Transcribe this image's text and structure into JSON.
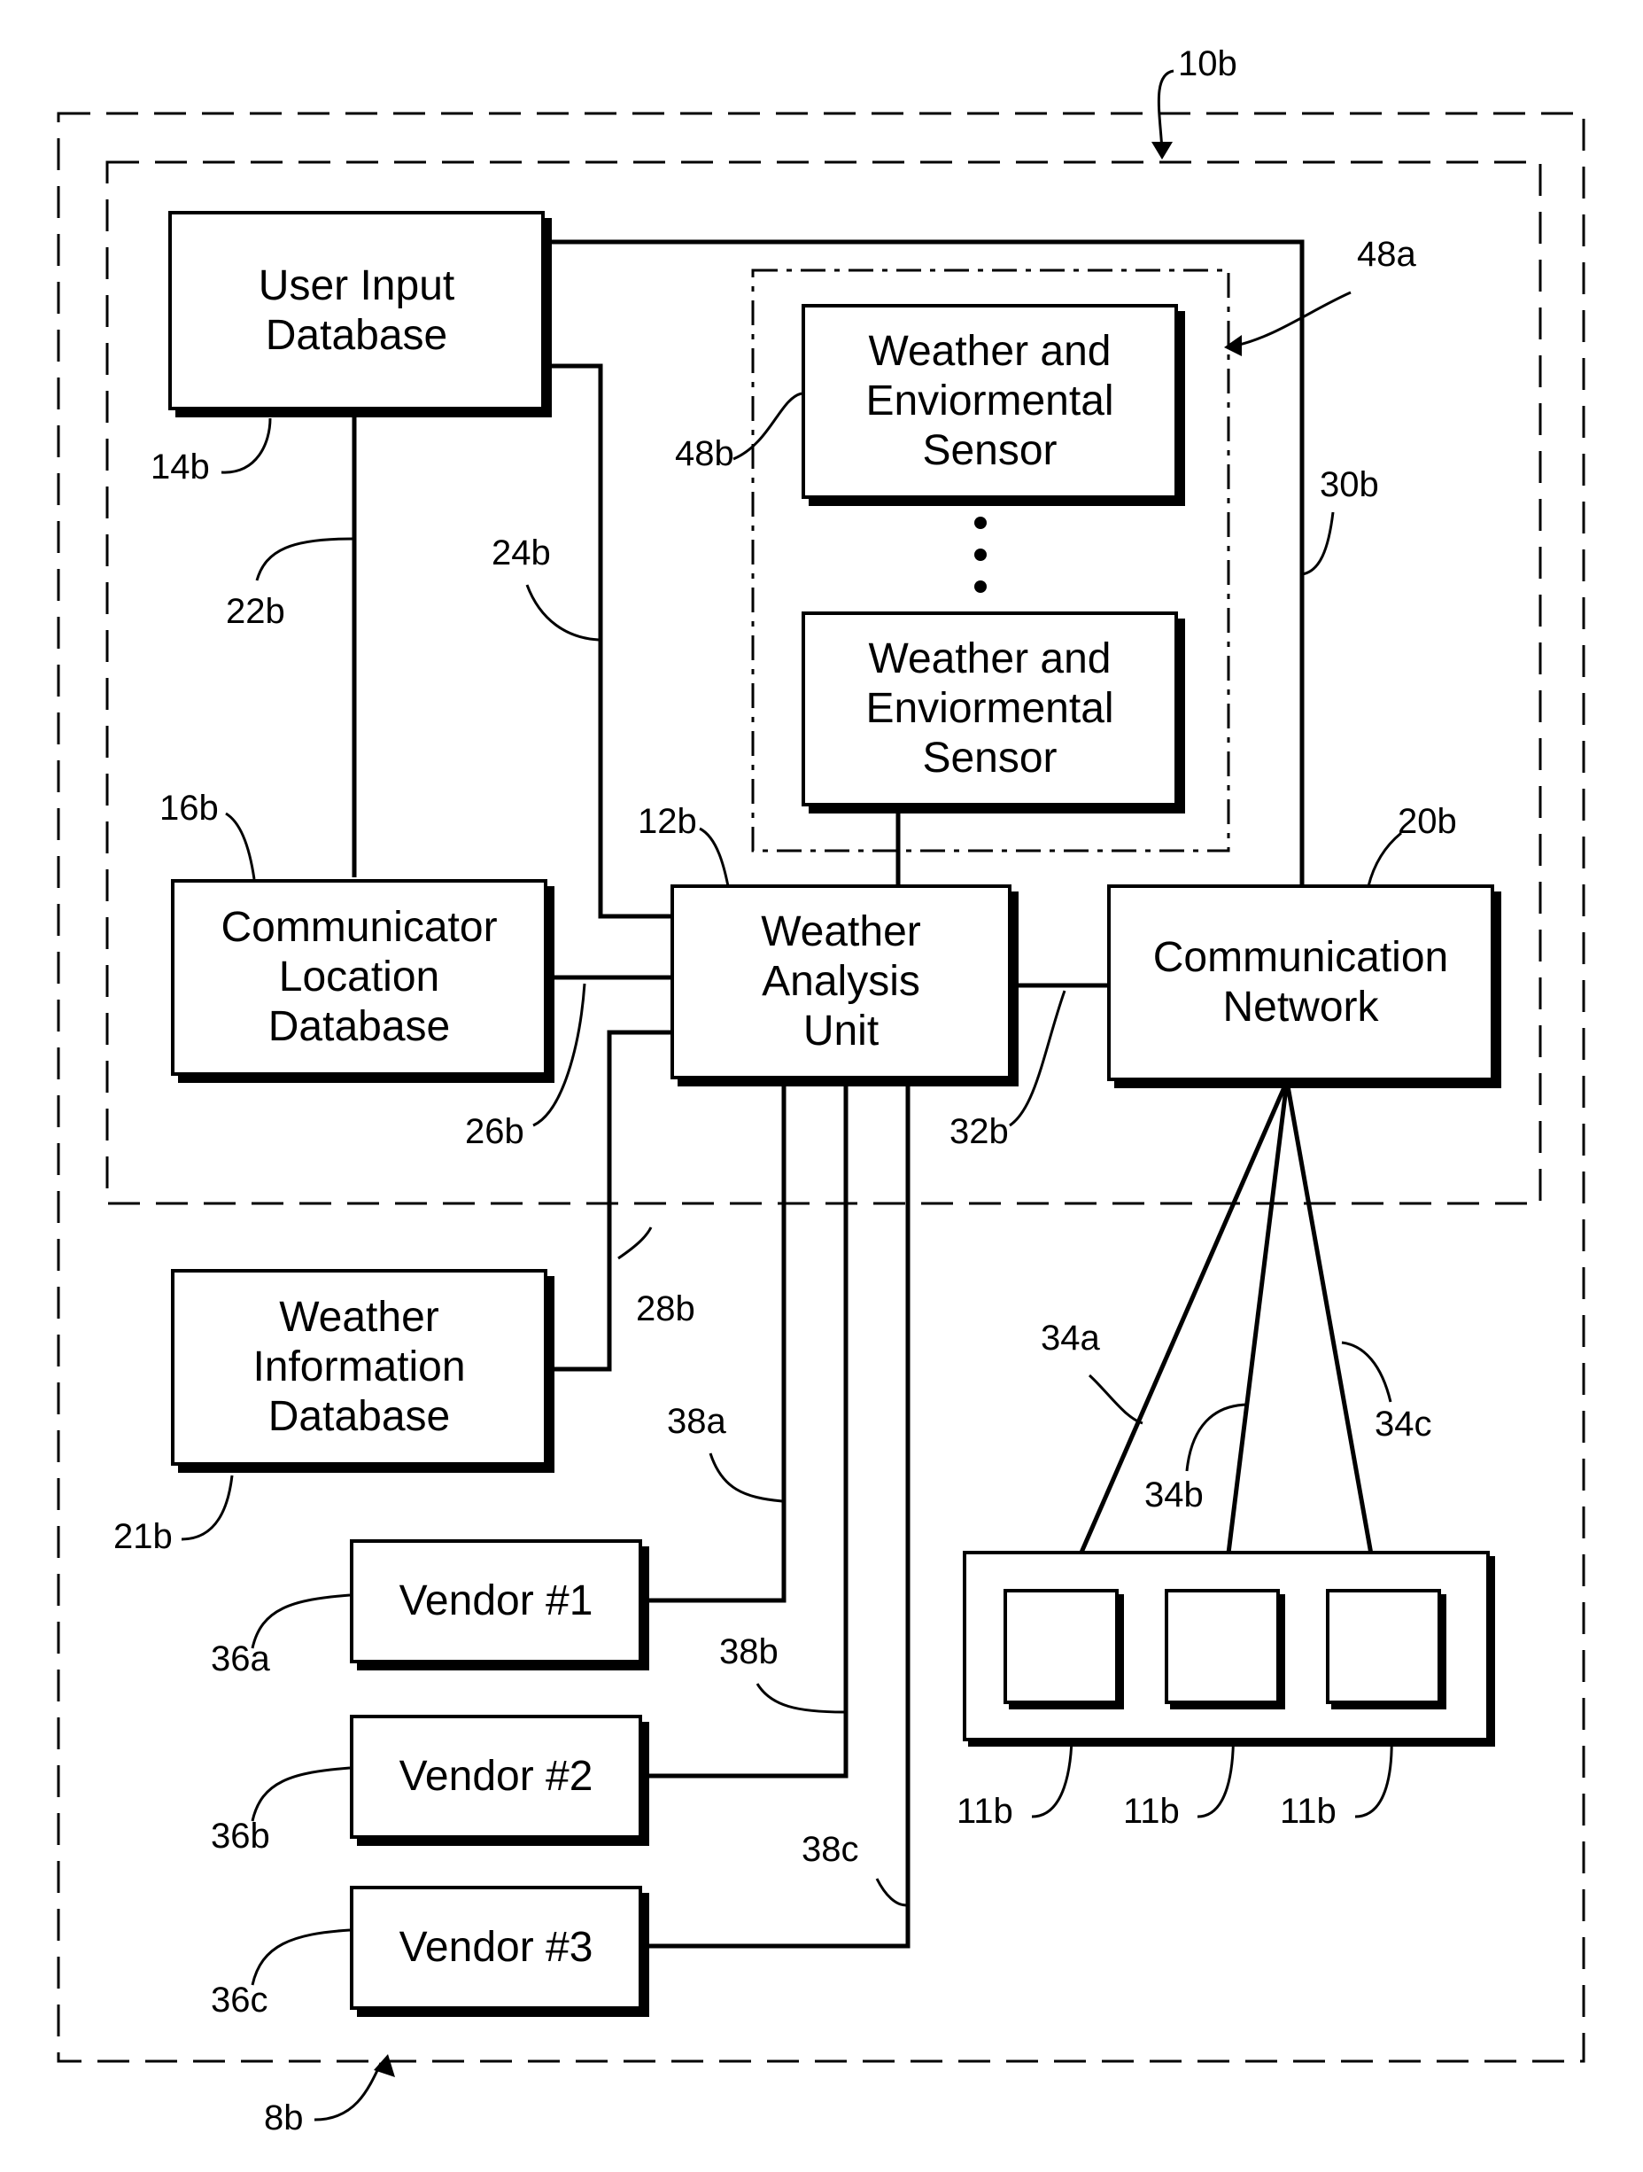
{
  "figure": {
    "outer_ref": "8b",
    "inner_ref": "10b",
    "sensor_group_ref": "48a"
  },
  "blocks": {
    "user_input_db": {
      "lines": [
        "User Input",
        "Database"
      ],
      "ref": "14b"
    },
    "sensor_1": {
      "lines": [
        "Weather and",
        "Enviormental",
        "Sensor"
      ],
      "ref": "48b"
    },
    "sensor_2": {
      "lines": [
        "Weather and",
        "Enviormental",
        "Sensor"
      ]
    },
    "communicator_location_db": {
      "lines": [
        "Communicator",
        "Location",
        "Database"
      ],
      "ref": "16b"
    },
    "weather_analysis_unit": {
      "lines": [
        "Weather",
        "Analysis",
        "Unit"
      ],
      "ref": "12b"
    },
    "communication_network": {
      "lines": [
        "Communication",
        "Network"
      ],
      "ref": "20b"
    },
    "weather_information_db": {
      "lines": [
        "Weather",
        "Information",
        "Database"
      ],
      "ref": "21b"
    },
    "vendor_1": {
      "lines": [
        "Vendor #1"
      ],
      "ref": "36a"
    },
    "vendor_2": {
      "lines": [
        "Vendor #2"
      ],
      "ref": "36b"
    },
    "vendor_3": {
      "lines": [
        "Vendor #3"
      ],
      "ref": "36c"
    },
    "communicator_group": {
      "devices": [
        {
          "ref": "11b"
        },
        {
          "ref": "11b"
        },
        {
          "ref": "11b"
        }
      ]
    }
  },
  "links": {
    "l22b": "22b",
    "l24b": "24b",
    "l26b": "26b",
    "l28b": "28b",
    "l30b": "30b",
    "l32b": "32b",
    "l34a": "34a",
    "l34b": "34b",
    "l34c": "34c",
    "l38a": "38a",
    "l38b": "38b",
    "l38c": "38c"
  },
  "ellipsis_dots": 3
}
